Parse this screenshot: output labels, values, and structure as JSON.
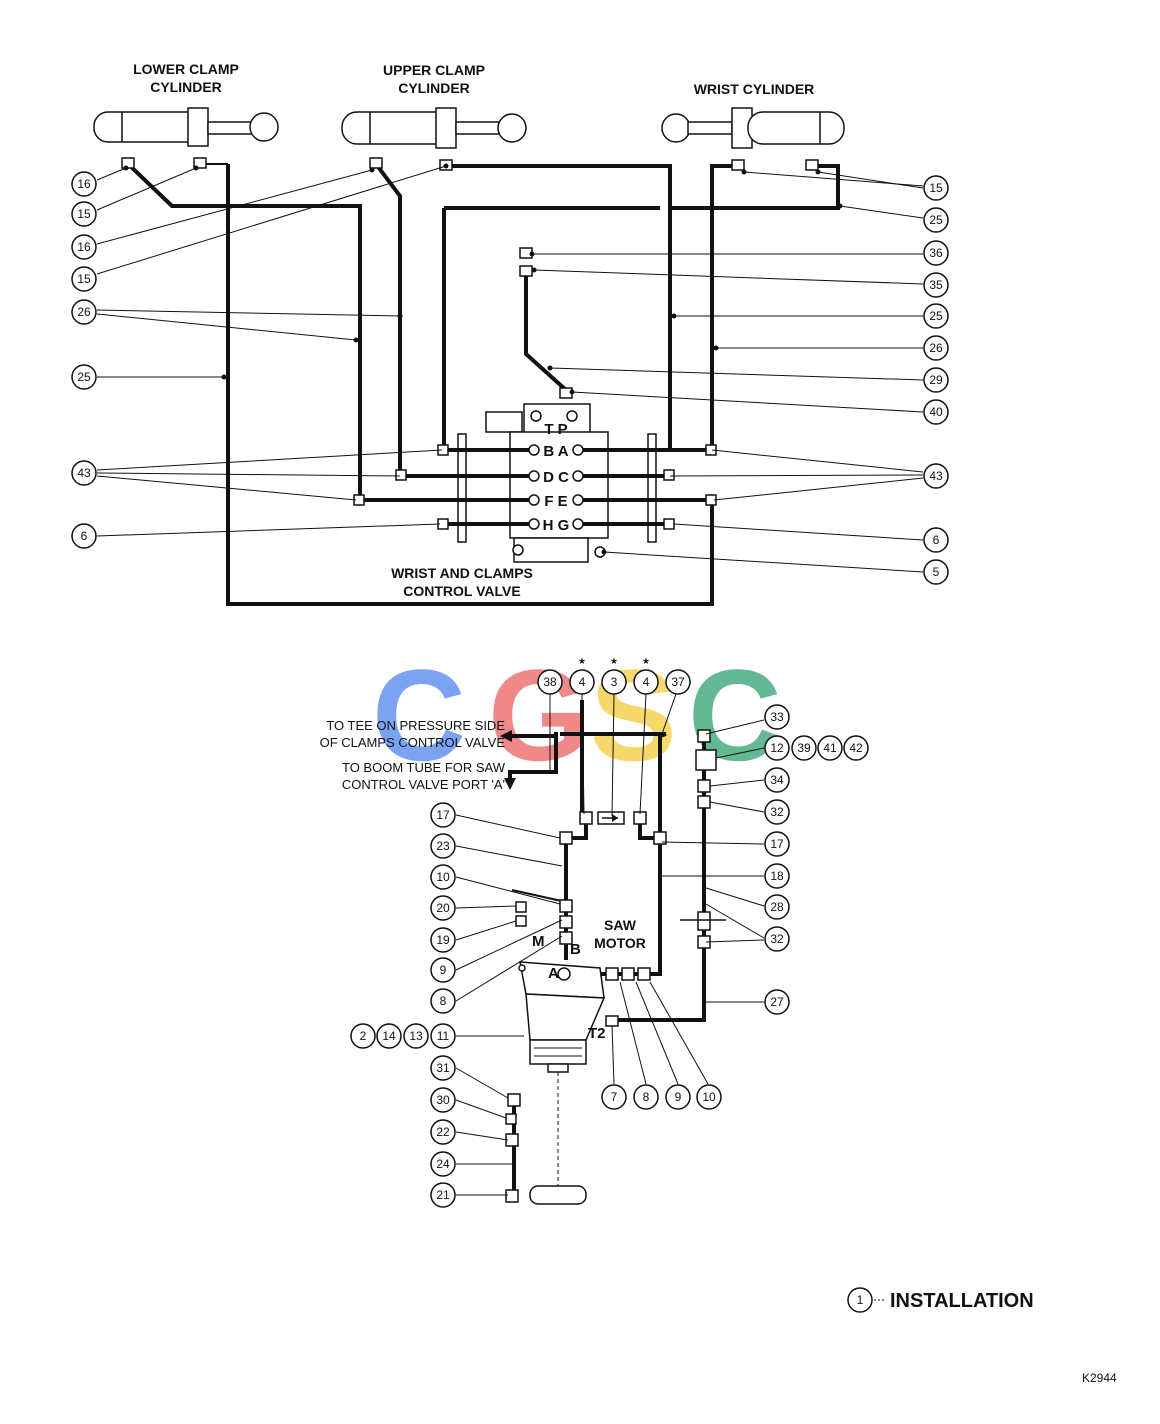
{
  "labels": {
    "lower_clamp": [
      "LOWER CLAMP",
      "CYLINDER"
    ],
    "upper_clamp": [
      "UPPER CLAMP",
      "CYLINDER"
    ],
    "wrist": "WRIST CYLINDER",
    "control_valve": [
      "WRIST AND CLAMPS",
      "CONTROL VALVE"
    ],
    "saw_motor": [
      "SAW",
      "MOTOR"
    ],
    "to_tee": [
      "TO TEE ON PRESSURE SIDE",
      "OF CLAMPS CONTROL VALVE"
    ],
    "to_boom": [
      "TO BOOM TUBE FOR SAW",
      "CONTROL VALVE PORT 'A'"
    ]
  },
  "valve_ports": {
    "row0": "T P",
    "row1": "B A",
    "row2": "D C",
    "row3": "F E",
    "row4": "H G"
  },
  "motor_ports": {
    "M": "M",
    "B": "B",
    "A": "A",
    "T2": "T2"
  },
  "callouts": {
    "left": [
      "16",
      "15",
      "16",
      "15",
      "26",
      "25",
      "43",
      "6"
    ],
    "right": [
      "15",
      "25",
      "36",
      "35",
      "25",
      "26",
      "29",
      "40",
      "43",
      "6",
      "5"
    ],
    "bottom_top": [
      "38",
      "4",
      "3",
      "4",
      "37"
    ],
    "bottom_left": [
      "17",
      "23",
      "10",
      "20",
      "19",
      "9",
      "8",
      "11",
      "31",
      "30",
      "22",
      "24",
      "21"
    ],
    "bottom_left_row": [
      "2",
      "14",
      "13"
    ],
    "bottom_right": [
      "33",
      "12",
      "39",
      "41",
      "42",
      "34",
      "32",
      "17",
      "18",
      "28",
      "32",
      "27"
    ],
    "motor_bottom": [
      "7",
      "8",
      "9",
      "10"
    ]
  },
  "asterisk": "*",
  "legend": {
    "number": "1",
    "text": "INSTALLATION"
  },
  "figure_code": "K2944",
  "watermark": {
    "letters": [
      "C",
      "G",
      "S",
      "C"
    ],
    "colors": [
      "#5b8def",
      "#ec6b6b",
      "#f4cf47",
      "#3ea77a"
    ]
  }
}
